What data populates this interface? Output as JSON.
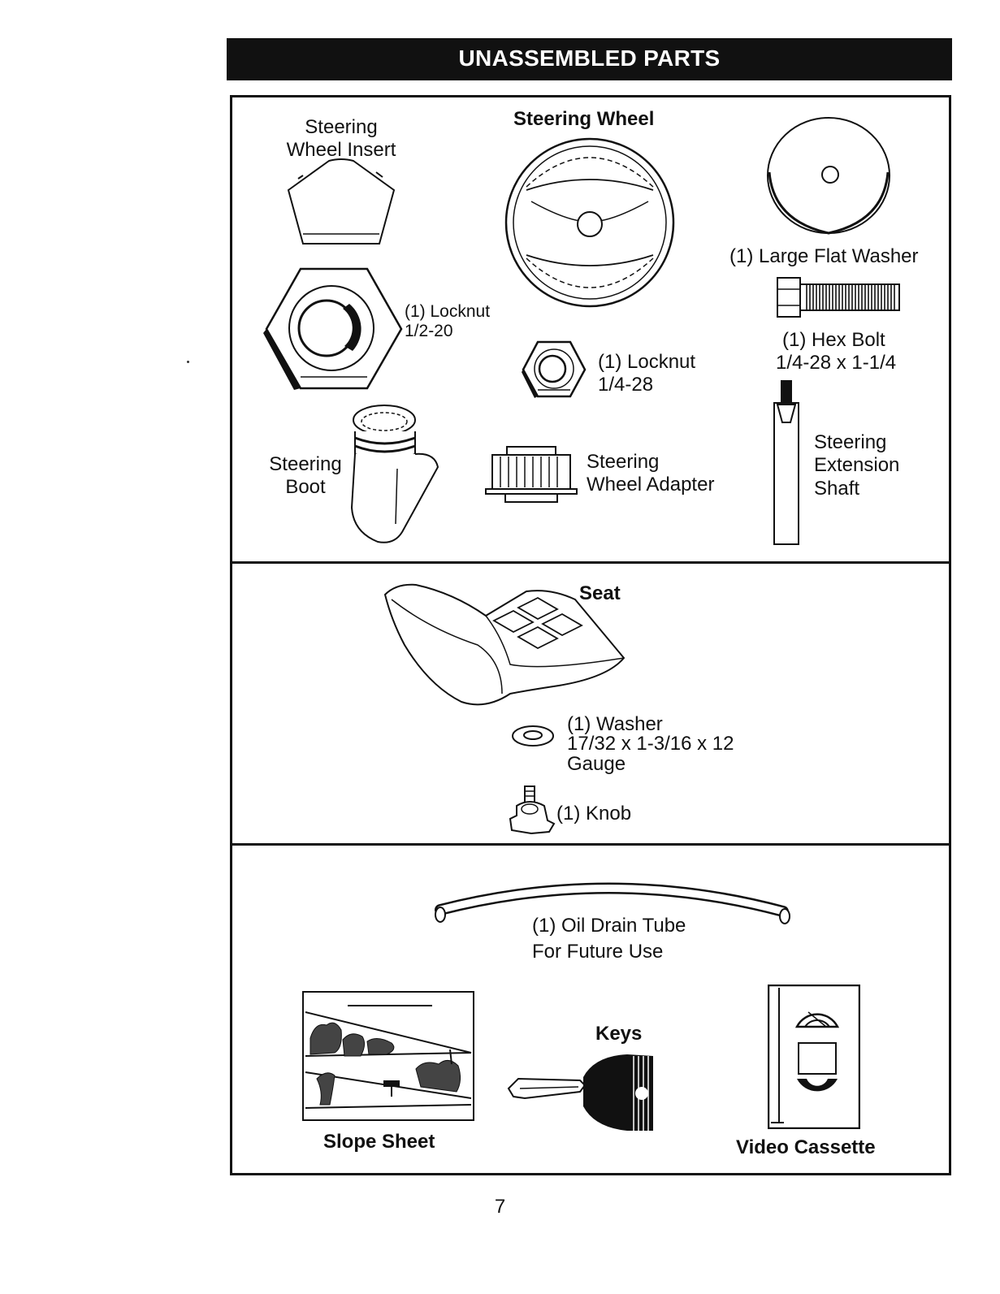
{
  "title": "UNASSEMBLED PARTS",
  "page_number": "7",
  "parts": {
    "steering_wheel_insert": [
      "Steering",
      "Wheel Insert"
    ],
    "steering_wheel": "Steering Wheel",
    "large_flat_washer": "(1) Large Flat Washer",
    "locknut_large": [
      "(1) Locknut",
      "1/2-20"
    ],
    "locknut_small": [
      "(1) Locknut",
      "1/4-28"
    ],
    "hex_bolt": [
      "(1) Hex Bolt",
      "1/4-28 x 1-1/4"
    ],
    "steering_boot": [
      "Steering",
      "Boot"
    ],
    "steering_wheel_adapter": [
      "Steering",
      "Wheel Adapter"
    ],
    "steering_extension_shaft": [
      "Steering",
      "Extension",
      "Shaft"
    ],
    "seat": "Seat",
    "washer": [
      "(1) Washer",
      "17/32 x 1-3/16 x 12",
      "Gauge"
    ],
    "knob": "(1) Knob",
    "oil_drain_tube": [
      "(1) Oil Drain Tube",
      "For Future Use"
    ],
    "slope_sheet": "Slope Sheet",
    "keys": "Keys",
    "video_cassette": "Video Cassette"
  }
}
